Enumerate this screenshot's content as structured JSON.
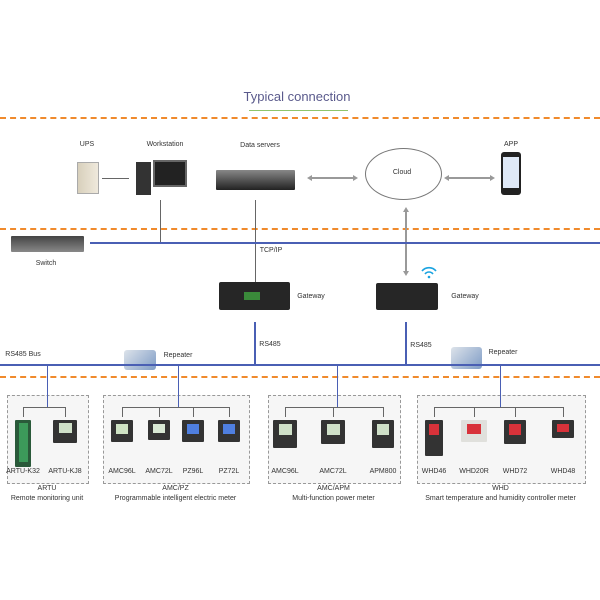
{
  "title": "Typical connection",
  "top": {
    "ups": "UPS",
    "workstation": "Workstation",
    "data_servers": "Data servers",
    "cloud": "Cloud",
    "app": "APP",
    "switch": "Switch",
    "tcpip": "TCP/IP",
    "gateway1": "Gateway",
    "gateway2": "Gateway",
    "rs485_1": "RS485",
    "rs485_2": "RS485",
    "rs485_bus": "RS485 Bus",
    "repeater1": "Repeater",
    "repeater2": "Repeater"
  },
  "groups": [
    {
      "name": "ARTU",
      "desc": "Remote monitoring unit",
      "devices": [
        "ARTU-K32",
        "ARTU-KJ8"
      ]
    },
    {
      "name": "AMC/PZ",
      "desc": "Programmable intelligent electric meter",
      "devices": [
        "AMC96L",
        "AMC72L",
        "PZ96L",
        "PZ72L"
      ]
    },
    {
      "name": "AMC/APM",
      "desc": "Multi-function power meter",
      "devices": [
        "AMC96L",
        "AMC72L",
        "APM800"
      ]
    },
    {
      "name": "WHD",
      "desc": "Smart temperature and humidity controller meter",
      "devices": [
        "WHD46",
        "WHD20R",
        "WHD72",
        "WHD48"
      ]
    }
  ],
  "colors": {
    "dash": "#f08a2c",
    "bus": "#4a5fb4",
    "title": "#5a5a8c"
  }
}
